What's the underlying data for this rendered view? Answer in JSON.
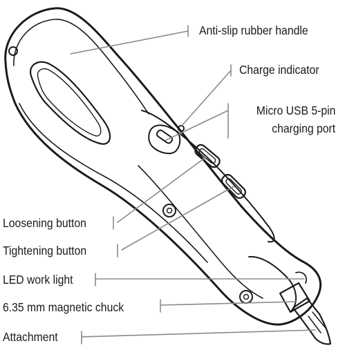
{
  "labels": {
    "handle": "Anti-slip rubber handle",
    "charge_indicator": "Charge indicator",
    "usb_port_line1": "Micro USB 5-pin",
    "usb_port_line2": "charging port",
    "loosening": "Loosening button",
    "tightening": "Tightening button",
    "work_light": "LED work light",
    "chuck": "6.35 mm magnetic chuck",
    "attachment": "Attachment"
  }
}
